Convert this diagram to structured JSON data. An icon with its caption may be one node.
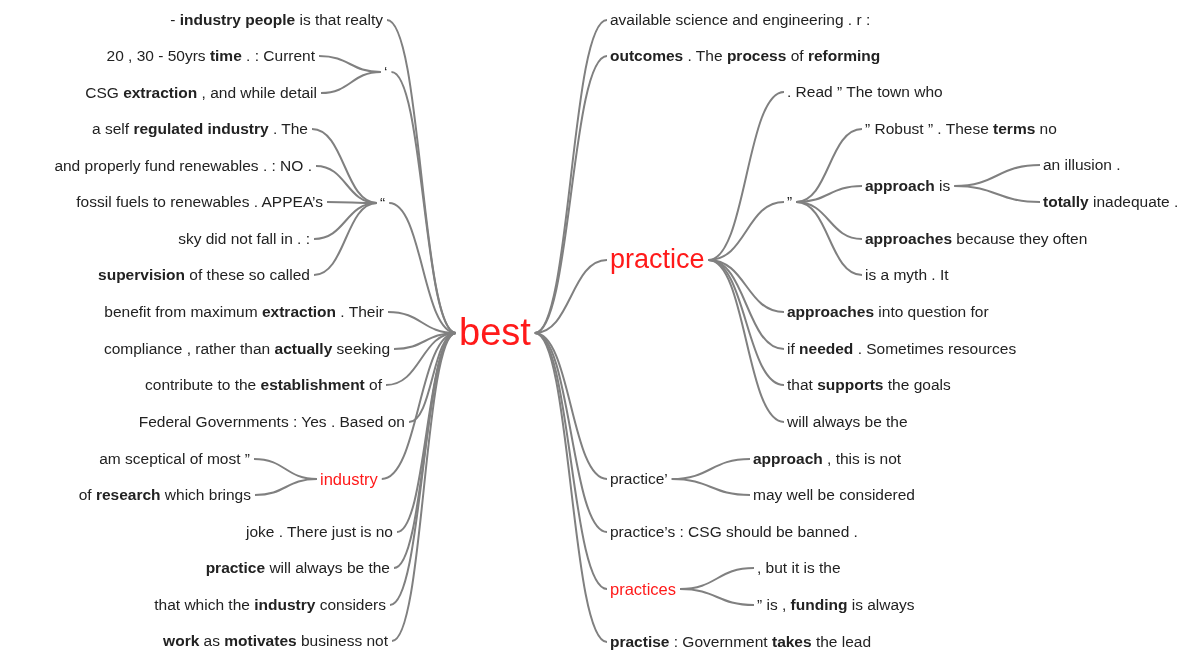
{
  "diagram": {
    "nodes": [
      {
        "text": [
          "- **industry people** is that realty"
        ]
      },
      {
        "text": [
          "20 , 30 - 50yrs **time** . : Current"
        ]
      },
      {
        "text": [
          "CSG **extraction** , and while detail"
        ]
      },
      {
        "text": [
          "‘"
        ]
      },
      {
        "text": [
          "a self **regulated industry** . The"
        ]
      },
      {
        "text": [
          "and properly fund renewables . : NO ."
        ]
      },
      {
        "text": [
          "fossil fuels to renewables . APPEA’s"
        ]
      },
      {
        "text": [
          "sky did not fall in . :"
        ]
      },
      {
        "text": [
          "**supervision** of these so called"
        ]
      },
      {
        "text": [
          "“"
        ]
      },
      {
        "text": [
          "benefit from maximum **extraction** . Their"
        ]
      },
      {
        "text": [
          "compliance , rather than **actually** seeking"
        ]
      },
      {
        "text": [
          "contribute to the **establishment** of"
        ]
      },
      {
        "text": [
          "Federal Governments : Yes . Based on"
        ]
      },
      {
        "text": [
          "am sceptical of most ”"
        ]
      },
      {
        "text": [
          "of **research** which brings"
        ]
      },
      {
        "text": [
          "industry"
        ]
      },
      {
        "text": [
          "joke . There just is no"
        ]
      },
      {
        "text": [
          "**practice** will always be the"
        ]
      },
      {
        "text": [
          "that which the **industry** considers"
        ]
      },
      {
        "text": [
          "**work** as **motivates** business not"
        ]
      },
      {
        "text": [
          "best"
        ]
      },
      {
        "text": [
          "available science and engineering . r :"
        ]
      },
      {
        "text": [
          "**outcomes** . The **process** of **reforming**"
        ]
      },
      {
        "text": [
          "practice"
        ]
      },
      {
        "text": [
          ". Read ” The town who"
        ]
      },
      {
        "text": [
          "”"
        ]
      },
      {
        "text": [
          "” Robust ” . These **terms** no"
        ]
      },
      {
        "text": [
          "**approach** is"
        ]
      },
      {
        "text": [
          "an illusion ."
        ]
      },
      {
        "text": [
          "**totally** inadequate ."
        ]
      },
      {
        "text": [
          "**approaches** because they often"
        ]
      },
      {
        "text": [
          "is a myth . It"
        ]
      },
      {
        "text": [
          "**approaches** into question for"
        ]
      },
      {
        "text": [
          "if **needed** . Sometimes resources"
        ]
      },
      {
        "text": [
          "that **supports** the goals"
        ]
      },
      {
        "text": [
          "will always be the"
        ]
      },
      {
        "text": [
          "practice’"
        ]
      },
      {
        "text": [
          "**approach** , this is not"
        ]
      },
      {
        "text": [
          "may well be considered"
        ]
      },
      {
        "text": [
          "practice’s : CSG should be banned ."
        ]
      },
      {
        "text": [
          "practices"
        ]
      },
      {
        "text": [
          ", but it is the"
        ]
      },
      {
        "text": [
          "” is , **funding** is always"
        ]
      },
      {
        "text": [
          "**practise** : Government **takes** the lead"
        ]
      }
    ],
    "edges": [
      {
        "from": 0,
        "to": 21,
        "arrow": "none"
      },
      {
        "from": 1,
        "to": 3,
        "arrow": "none"
      },
      {
        "from": 2,
        "to": 3,
        "arrow": "none"
      },
      {
        "from": 3,
        "to": 21,
        "arrow": "none"
      },
      {
        "from": 4,
        "to": 9,
        "arrow": "none"
      },
      {
        "from": 5,
        "to": 9,
        "arrow": "none"
      },
      {
        "from": 6,
        "to": 9,
        "arrow": "none"
      },
      {
        "from": 7,
        "to": 9,
        "arrow": "none"
      },
      {
        "from": 8,
        "to": 9,
        "arrow": "none"
      },
      {
        "from": 9,
        "to": 21,
        "arrow": "none"
      },
      {
        "from": 10,
        "to": 21,
        "arrow": "none"
      },
      {
        "from": 11,
        "to": 21,
        "arrow": "none"
      },
      {
        "from": 12,
        "to": 21,
        "arrow": "none"
      },
      {
        "from": 13,
        "to": 21,
        "arrow": "none"
      },
      {
        "from": 14,
        "to": 16,
        "arrow": "none"
      },
      {
        "from": 15,
        "to": 16,
        "arrow": "none"
      },
      {
        "from": 16,
        "to": 21,
        "arrow": "none"
      },
      {
        "from": 17,
        "to": 21,
        "arrow": "none"
      },
      {
        "from": 18,
        "to": 21,
        "arrow": "none"
      },
      {
        "from": 19,
        "to": 21,
        "arrow": "none"
      },
      {
        "from": 20,
        "to": 21,
        "arrow": "none"
      },
      {
        "from": 21,
        "to": 22,
        "arrow": "none"
      },
      {
        "from": 21,
        "to": 23,
        "arrow": "none"
      },
      {
        "from": 21,
        "to": 24,
        "arrow": "none"
      },
      {
        "from": 24,
        "to": 25,
        "arrow": "none"
      },
      {
        "from": 24,
        "to": 26,
        "arrow": "none"
      },
      {
        "from": 26,
        "to": 27,
        "arrow": "none"
      },
      {
        "from": 26,
        "to": 28,
        "arrow": "none"
      },
      {
        "from": 28,
        "to": 29,
        "arrow": "none"
      },
      {
        "from": 28,
        "to": 30,
        "arrow": "none"
      },
      {
        "from": 26,
        "to": 31,
        "arrow": "none"
      },
      {
        "from": 26,
        "to": 32,
        "arrow": "none"
      },
      {
        "from": 24,
        "to": 33,
        "arrow": "none"
      },
      {
        "from": 24,
        "to": 34,
        "arrow": "none"
      },
      {
        "from": 24,
        "to": 35,
        "arrow": "none"
      },
      {
        "from": 24,
        "to": 36,
        "arrow": "none"
      },
      {
        "from": 21,
        "to": 37,
        "arrow": "none"
      },
      {
        "from": 37,
        "to": 38,
        "arrow": "none"
      },
      {
        "from": 37,
        "to": 39,
        "arrow": "none"
      },
      {
        "from": 21,
        "to": 40,
        "arrow": "none"
      },
      {
        "from": 21,
        "to": 41,
        "arrow": "none"
      },
      {
        "from": 41,
        "to": 42,
        "arrow": "none"
      },
      {
        "from": 41,
        "to": 43,
        "arrow": "none"
      },
      {
        "from": 21,
        "to": 44,
        "arrow": "none"
      }
    ]
  }
}
